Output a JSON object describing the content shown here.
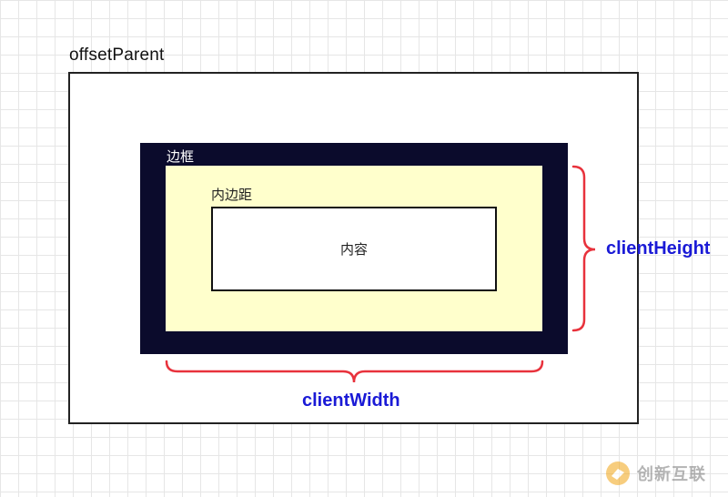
{
  "diagram": {
    "offset_parent_label": "offsetParent",
    "border_label": "边框",
    "padding_label": "内边距",
    "content_label": "内容",
    "client_height_label": "clientHeight",
    "client_width_label": "clientWidth"
  },
  "watermark": {
    "text": "创新互联"
  },
  "colors": {
    "border_fill": "#0b0b2c",
    "padding_fill": "#ffffcc",
    "brace": "#e8323c",
    "dimension_text": "#1a1ad6",
    "watermark_logo": "#f2a516"
  }
}
